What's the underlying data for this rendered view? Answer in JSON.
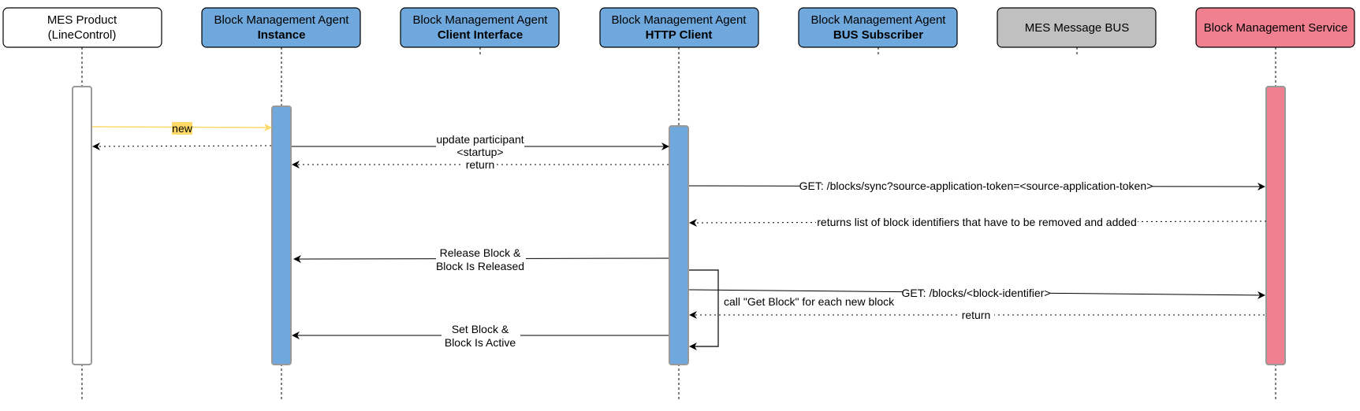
{
  "participants": [
    {
      "id": "mes_product",
      "line1": "MES Product",
      "line2": "(LineControl)",
      "line2_bold": false,
      "fill": "#ffffff"
    },
    {
      "id": "bma_instance",
      "line1": "Block Management Agent",
      "line2": "Instance",
      "line2_bold": true,
      "fill": "#6fa8dc"
    },
    {
      "id": "bma_client",
      "line1": "Block Management Agent",
      "line2": "Client Interface",
      "line2_bold": true,
      "fill": "#6fa8dc"
    },
    {
      "id": "bma_http",
      "line1": "Block Management Agent",
      "line2": "HTTP Client",
      "line2_bold": true,
      "fill": "#6fa8dc"
    },
    {
      "id": "bma_bus",
      "line1": "Block Management Agent",
      "line2": "BUS Subscriber",
      "line2_bold": true,
      "fill": "#6fa8dc"
    },
    {
      "id": "mes_bus",
      "line1": "MES Message BUS",
      "line2": "",
      "line2_bold": false,
      "fill": "#c0c0c0"
    },
    {
      "id": "bms",
      "line1": "Block Management Service",
      "line2": "",
      "line2_bold": false,
      "fill": "#f08090"
    }
  ],
  "messages": {
    "new": "new",
    "update_participant": "update participant",
    "startup": "<startup>",
    "return1": "return",
    "get_sync": "GET: /blocks/sync?source-application-token=<source-application-token>",
    "returns_list": "returns list of block identifiers that have to be removed and added",
    "release_block_1": "Release Block &",
    "release_block_2": "Block Is Released",
    "get_block": "GET: /blocks/<block-identifier>",
    "loop_label": "call \"Get Block\" for each new block",
    "return2": "return",
    "set_block_1": "Set Block &",
    "set_block_2": "Block Is Active"
  },
  "colors": {
    "agent_blue": "#6fa8dc",
    "service_pink": "#f08090",
    "bus_gray": "#c0c0c0",
    "new_arrow": "#ffd966",
    "new_label_bg": "#ffd966"
  }
}
